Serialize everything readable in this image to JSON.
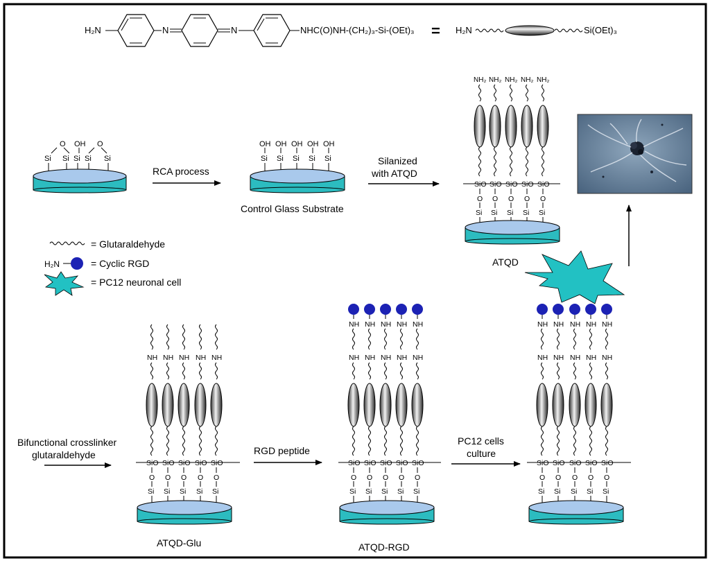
{
  "formula": {
    "h2n": "H₂N",
    "tail": "NHC(O)NH-(CH₂)₃-Si-(OEt)₃",
    "equals": "=",
    "short_h2n": "H₂N",
    "short_si": "Si(OEt)₃",
    "n_label": "N"
  },
  "chem": {
    "si": "Si",
    "o": "O",
    "oh": "OH",
    "nh": "NH",
    "nh2": "NH₂",
    "sio": "SiO"
  },
  "steps": {
    "rca": "RCA process",
    "silanized_1": "Silanized",
    "silanized_2": "with ATQD",
    "control": "Control Glass Substrate",
    "atqd": "ATQD",
    "crosslinker_1": "Bifunctional crosslinker",
    "crosslinker_2": "glutaraldehyde",
    "rgd": "RGD peptide",
    "pc12_1": "PC12 cells",
    "pc12_2": "culture",
    "atqd_glu": "ATQD-Glu",
    "atqd_rgd": "ATQD-RGD"
  },
  "legend": {
    "glutaraldehyde": "= Glutaraldehyde",
    "cyclic_rgd": "= Cyclic RGD",
    "cyclic_h2n": "H₂N",
    "pc12": "= PC12 neuronal cell"
  },
  "colors": {
    "substrate_top": "#a9c9ec",
    "substrate_side": "#2cbcc0",
    "rgd": "#1c22b4",
    "cell": "#22c1c3",
    "photo_bg": "#5a7590"
  }
}
